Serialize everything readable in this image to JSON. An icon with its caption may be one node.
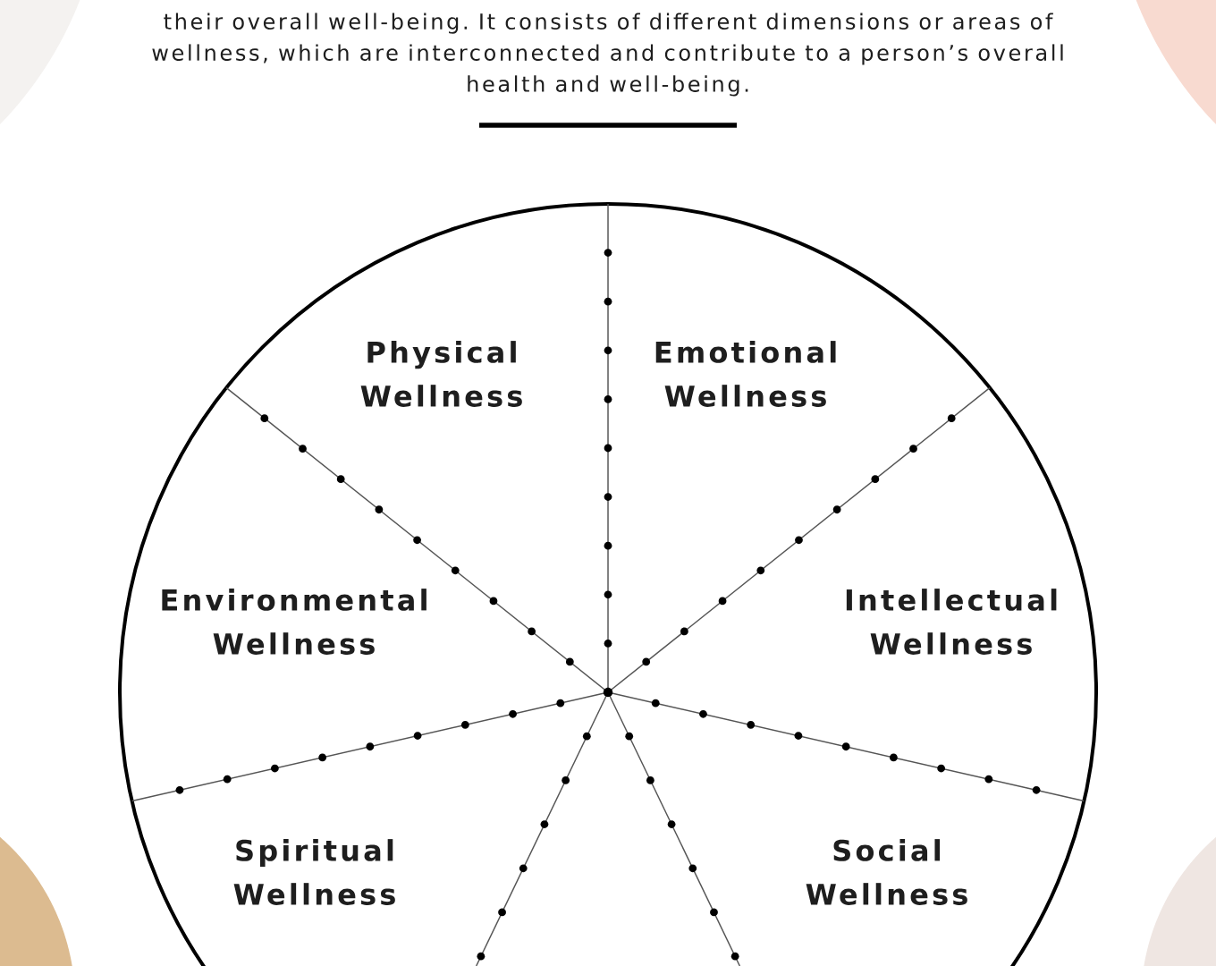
{
  "diagram": {
    "nodes": [
      {
        "text": [],
        "shape": "circle"
      },
      {
        "text": [
          "Physical Wellness"
        ],
        "in": 0
      },
      {
        "text": [
          "Emotional Wellness"
        ],
        "in": 0
      },
      {
        "text": [
          "Environmental Wellness"
        ],
        "in": 0
      },
      {
        "text": [
          "Intellectual Wellness"
        ],
        "in": 0
      },
      {
        "text": [
          "Spiritual Wellness"
        ],
        "in": 0
      },
      {
        "text": [
          "Social Wellness"
        ],
        "in": 0
      }
    ],
    "labels": [
      "their overall well-being. It consists of different dimensions or areas of wellness, which are interconnected and contribute to a person’s overall health and well-being."
    ]
  }
}
